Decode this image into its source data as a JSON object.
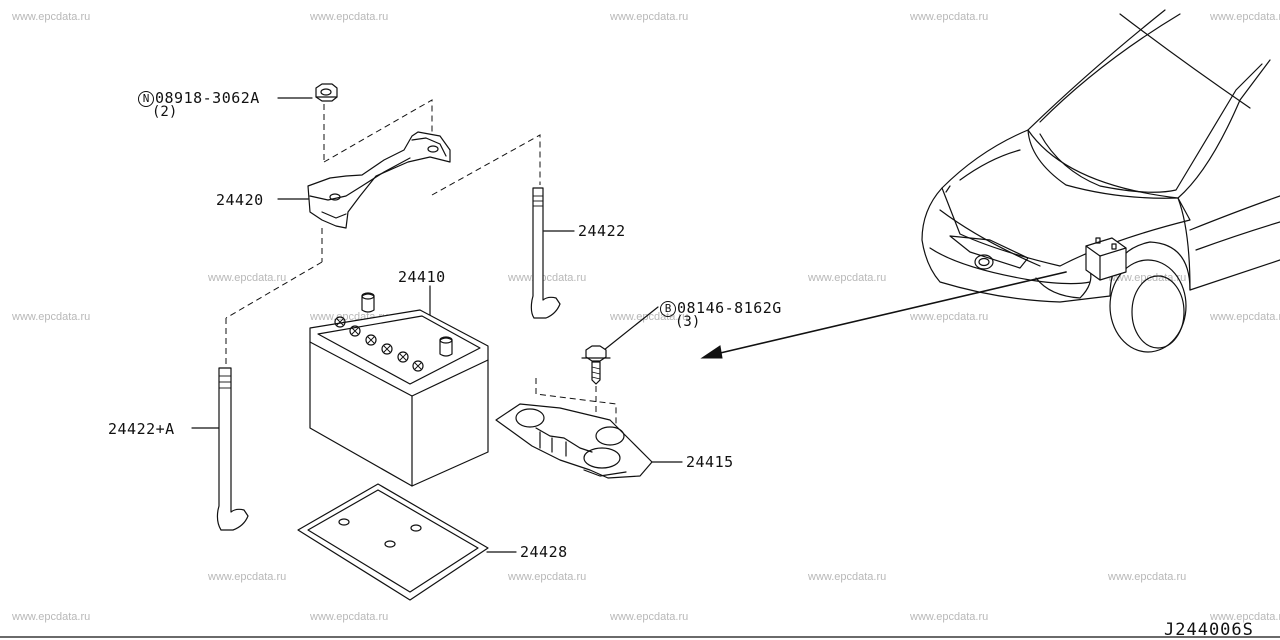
{
  "watermark": "www.epcdata.ru",
  "diagram_code": "J244006S",
  "parts": {
    "nut": {
      "prefix": "N",
      "number": "08918-3062A",
      "qty": "(2)"
    },
    "bolt": {
      "prefix": "B",
      "number": "08146-8162G",
      "qty": "(3)"
    },
    "frame": "24420",
    "rod_right": "24422",
    "battery": "24410",
    "rod_left": "24422+A",
    "support": "24415",
    "tray": "24428"
  }
}
